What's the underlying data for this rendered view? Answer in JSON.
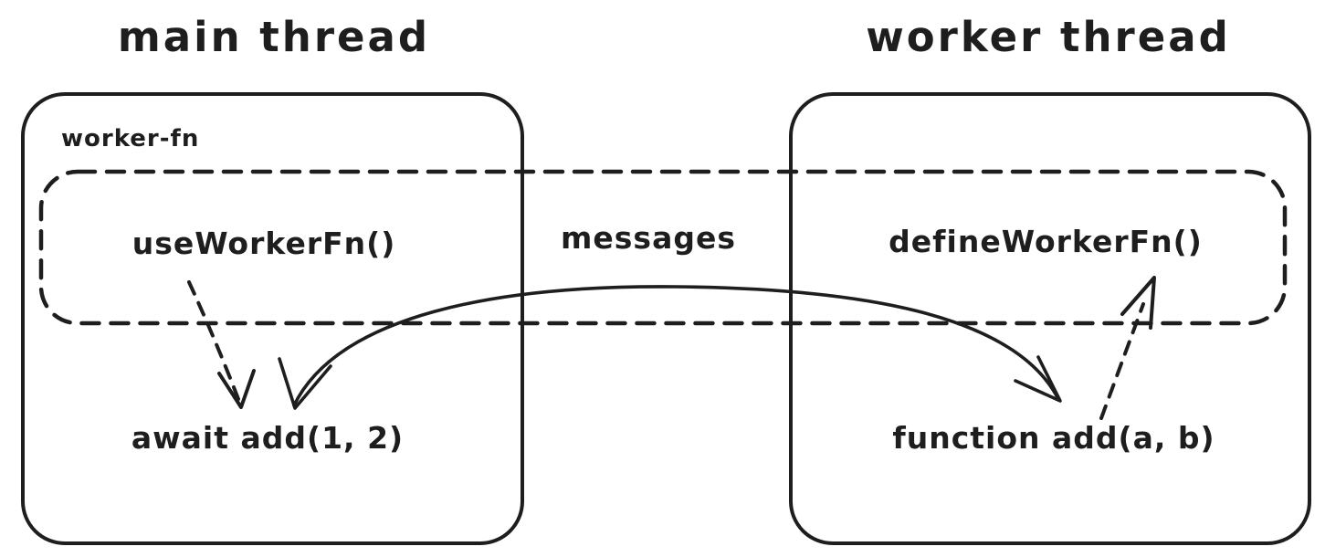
{
  "diagram": {
    "background_color": "#ffffff",
    "ink_color": "#1e1e1e",
    "main_thread": {
      "title": "main thread",
      "hook_call": "useWorkerFn()",
      "invocation": "await add(1, 2)"
    },
    "worker_thread": {
      "title": "worker thread",
      "hook_call": "defineWorkerFn()",
      "function_def": "function add(a, b)"
    },
    "worker_fn_group": {
      "label": "worker-fn",
      "channel_label": "messages"
    }
  }
}
